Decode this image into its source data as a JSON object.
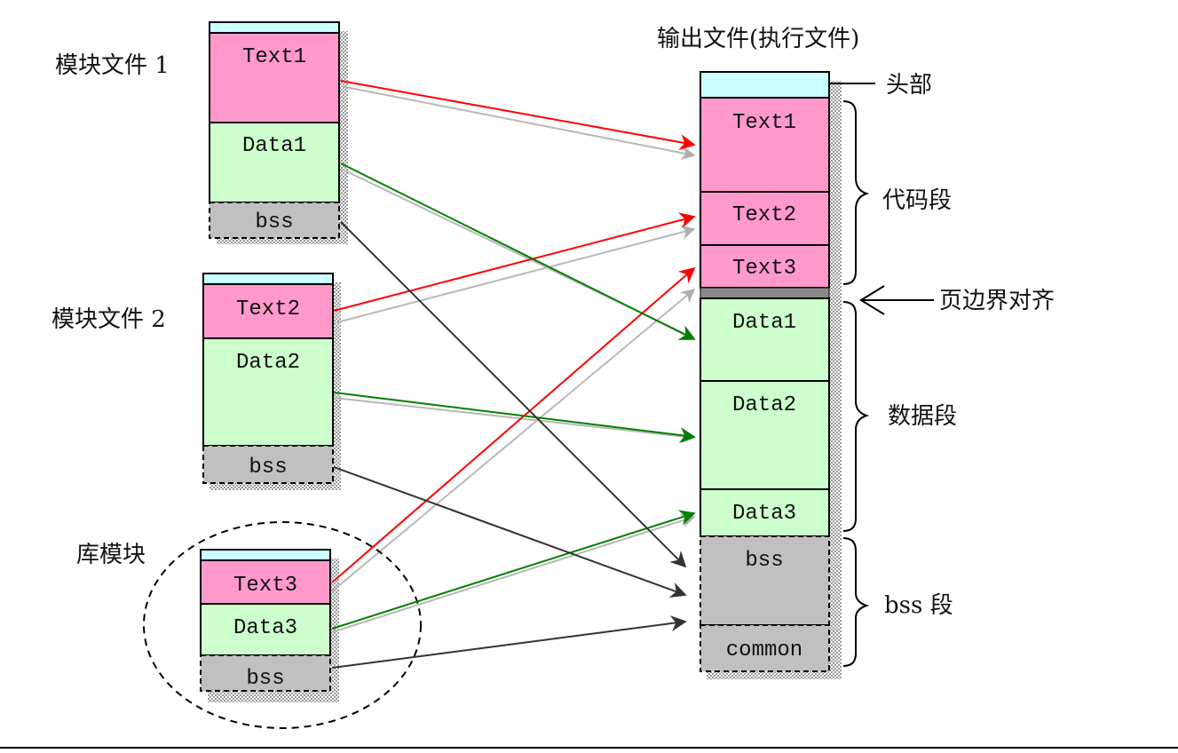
{
  "module1": {
    "label": "模块文件 1",
    "text": "Text1",
    "data": "Data1",
    "bss": "bss"
  },
  "module2": {
    "label": "模块文件 2",
    "text": "Text2",
    "data": "Data2",
    "bss": "bss"
  },
  "libmodule": {
    "label": "库模块",
    "text": "Text3",
    "data": "Data3",
    "bss": "bss"
  },
  "output": {
    "title": "输出文件(执行文件)",
    "text1": "Text1",
    "text2": "Text2",
    "text3": "Text3",
    "data1": "Data1",
    "data2": "Data2",
    "data3": "Data3",
    "bss": "bss",
    "common": "common"
  },
  "annotations": {
    "header": "头部",
    "code_segment": "代码段",
    "page_align": "页边界对齐",
    "data_segment": "数据段",
    "bss_segment": "bss 段"
  },
  "colors": {
    "header": "#ccffff",
    "text": "#ff99cc",
    "data": "#ccffcc",
    "bss": "#c0c0c0",
    "align": "#888888",
    "arrow_text": "#ff0000",
    "arrow_data": "#008000",
    "arrow_bss": "#333333"
  }
}
